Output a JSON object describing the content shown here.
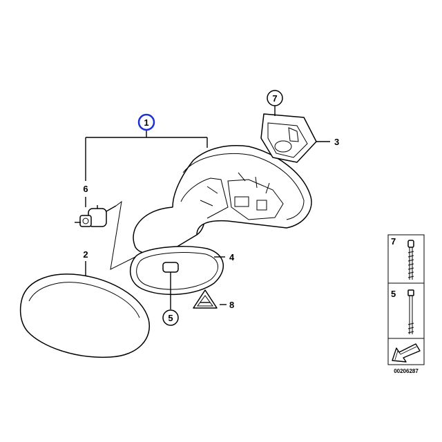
{
  "callouts": {
    "c1": "1",
    "c2": "2",
    "c3": "3",
    "c4": "4",
    "c5": "5",
    "c6": "6",
    "c7": "7",
    "c8": "8"
  },
  "side_panel": {
    "label_top": "7",
    "label_bottom": "5"
  },
  "reference_code": "00206287",
  "colors": {
    "highlight_circle": "#1a2fd6",
    "line": "#000000",
    "fill": "#ffffff"
  },
  "icons": {
    "navigation": "arrow-down-left-icon",
    "warning": "warning-triangle-icon"
  }
}
